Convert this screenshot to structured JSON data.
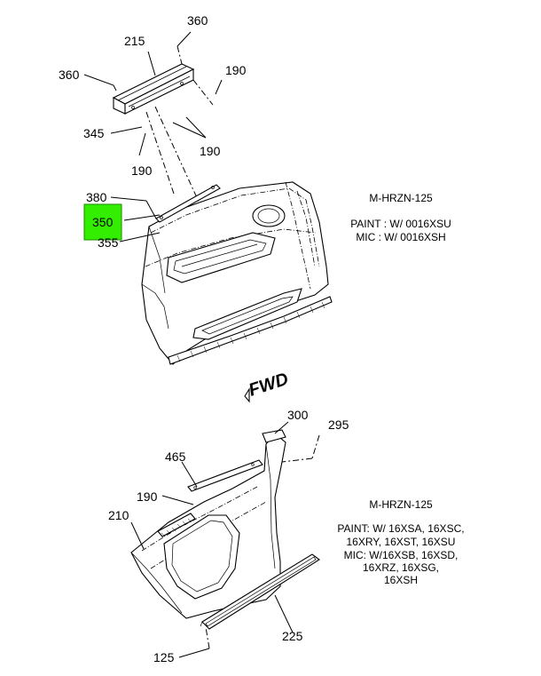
{
  "callouts": {
    "c360_top": "360",
    "c215": "215",
    "c360_left": "360",
    "c190_right": "190",
    "c345": "345",
    "c190_bottom_left": "190",
    "c190_bottom_right": "190",
    "c380": "380",
    "c350": "350",
    "c355": "355",
    "c300": "300",
    "c295": "295",
    "c465": "465",
    "c190_lower": "190",
    "c210": "210",
    "c225": "225",
    "c125": "125"
  },
  "highlight_color": "#33ee00",
  "fwd_label": "FWD",
  "notes": {
    "upper": {
      "model": "M-HRZN-125",
      "line1": "PAINT : W/ 0016XSU",
      "line2": "MIC : W/ 0016XSH"
    },
    "lower": {
      "model": "M-HRZN-125",
      "line1": "PAINT: W/ 16XSA, 16XSC,",
      "line2": "16XRY, 16XST, 16XSU",
      "line3": "MIC: W/16XSB, 16XSD,",
      "line4": "16XRZ, 16XSG,",
      "line5": "16XSH"
    }
  }
}
